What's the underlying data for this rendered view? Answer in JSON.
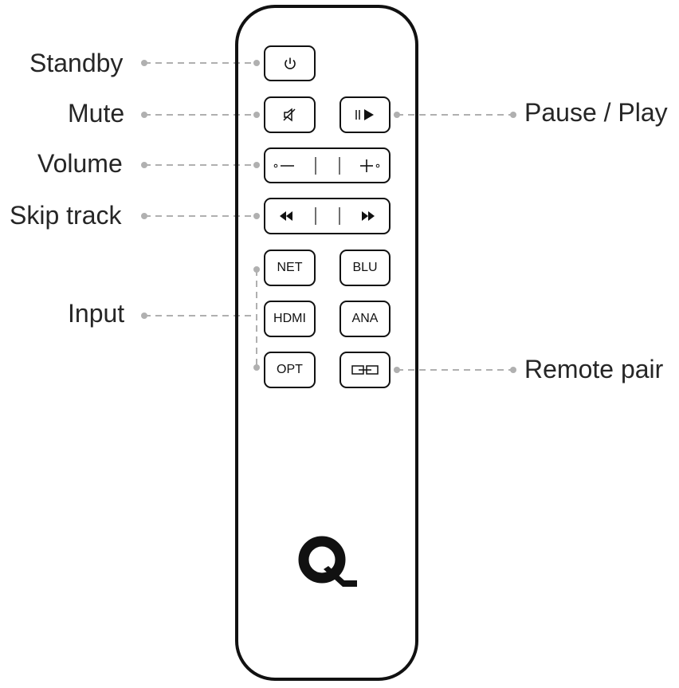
{
  "labels": {
    "standby": "Standby",
    "mute": "Mute",
    "volume": "Volume",
    "skip_track": "Skip track",
    "input": "Input",
    "pause_play": "Pause / Play",
    "remote_pair": "Remote pair"
  },
  "buttons": {
    "net": "NET",
    "blu": "BLU",
    "hdmi": "HDMI",
    "ana": "ANA",
    "opt": "OPT"
  },
  "icons": {
    "standby": "power-icon",
    "mute": "mute-icon",
    "pause_play": "pause-play-icon",
    "volume_down": "minus-icon",
    "volume_up": "plus-icon",
    "skip_back": "rewind-icon",
    "skip_forward": "fast-forward-icon",
    "remote_pair": "link-icon",
    "logo": "q-logo-icon"
  },
  "colors": {
    "outline": "#111111",
    "leader_line": "#b0b0b0",
    "label_text": "#262626"
  }
}
